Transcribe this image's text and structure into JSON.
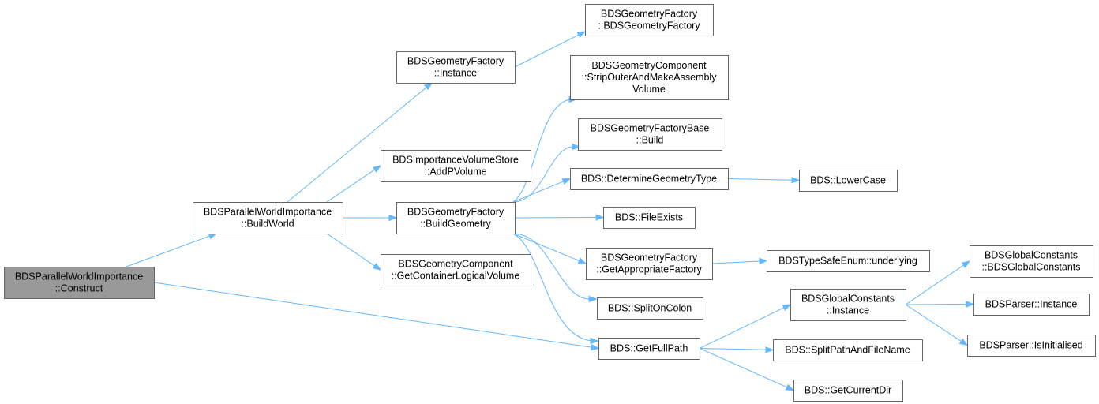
{
  "colors": {
    "edge": "#63b8ff",
    "node_border": "#666666",
    "root_fill": "#999999",
    "node_fill": "#ffffff"
  },
  "nodes": [
    {
      "id": "construct",
      "lines": [
        "BDSParallelWorldImportance",
        "::Construct"
      ],
      "root": true
    },
    {
      "id": "buildworld",
      "lines": [
        "BDSParallelWorldImportance",
        "::BuildWorld"
      ]
    },
    {
      "id": "gf_instance",
      "lines": [
        "BDSGeometryFactory",
        "::Instance"
      ]
    },
    {
      "id": "addpvolume",
      "lines": [
        "BDSImportanceVolumeStore",
        "::AddPVolume"
      ]
    },
    {
      "id": "buildgeometry",
      "lines": [
        "BDSGeometryFactory",
        "::BuildGeometry"
      ]
    },
    {
      "id": "getcontainer",
      "lines": [
        "BDSGeometryComponent",
        "::GetContainerLogicalVolume"
      ]
    },
    {
      "id": "gf_ctor",
      "lines": [
        "BDSGeometryFactory",
        "::BDSGeometryFactory"
      ]
    },
    {
      "id": "stripouter",
      "lines": [
        "BDSGeometryComponent",
        "::StripOuterAndMakeAssembly",
        "Volume"
      ]
    },
    {
      "id": "gfb_build",
      "lines": [
        "BDSGeometryFactoryBase",
        "::Build"
      ]
    },
    {
      "id": "determine",
      "lines": [
        "BDS::DetermineGeometryType"
      ]
    },
    {
      "id": "fileexists",
      "lines": [
        "BDS::FileExists"
      ]
    },
    {
      "id": "getappropriate",
      "lines": [
        "BDSGeometryFactory",
        "::GetAppropriateFactory"
      ]
    },
    {
      "id": "splitcolon",
      "lines": [
        "BDS::SplitOnColon"
      ]
    },
    {
      "id": "getfullpath",
      "lines": [
        "BDS::GetFullPath"
      ]
    },
    {
      "id": "lowercase",
      "lines": [
        "BDS::LowerCase"
      ]
    },
    {
      "id": "underlying",
      "lines": [
        "BDSTypeSafeEnum::underlying"
      ]
    },
    {
      "id": "gc_instance",
      "lines": [
        "BDSGlobalConstants",
        "::Instance"
      ]
    },
    {
      "id": "splitpath",
      "lines": [
        "BDS::SplitPathAndFileName"
      ]
    },
    {
      "id": "currentdir",
      "lines": [
        "BDS::GetCurrentDir"
      ]
    },
    {
      "id": "gc_ctor",
      "lines": [
        "BDSGlobalConstants",
        "::BDSGlobalConstants"
      ]
    },
    {
      "id": "parser_instance",
      "lines": [
        "BDSParser::Instance"
      ]
    },
    {
      "id": "parser_init",
      "lines": [
        "BDSParser::IsInitialised"
      ]
    }
  ],
  "edges": [
    {
      "from": "construct",
      "to": "buildworld"
    },
    {
      "from": "construct",
      "to": "getfullpath"
    },
    {
      "from": "buildworld",
      "to": "gf_instance"
    },
    {
      "from": "buildworld",
      "to": "addpvolume"
    },
    {
      "from": "buildworld",
      "to": "buildgeometry"
    },
    {
      "from": "buildworld",
      "to": "getcontainer"
    },
    {
      "from": "gf_instance",
      "to": "gf_ctor"
    },
    {
      "from": "buildgeometry",
      "to": "stripouter"
    },
    {
      "from": "buildgeometry",
      "to": "gfb_build"
    },
    {
      "from": "buildgeometry",
      "to": "determine"
    },
    {
      "from": "buildgeometry",
      "to": "fileexists"
    },
    {
      "from": "buildgeometry",
      "to": "getappropriate"
    },
    {
      "from": "buildgeometry",
      "to": "splitcolon"
    },
    {
      "from": "buildgeometry",
      "to": "getfullpath"
    },
    {
      "from": "determine",
      "to": "lowercase"
    },
    {
      "from": "getappropriate",
      "to": "underlying"
    },
    {
      "from": "getfullpath",
      "to": "gc_instance"
    },
    {
      "from": "getfullpath",
      "to": "splitpath"
    },
    {
      "from": "getfullpath",
      "to": "currentdir"
    },
    {
      "from": "gc_instance",
      "to": "gc_ctor"
    },
    {
      "from": "gc_instance",
      "to": "parser_instance"
    },
    {
      "from": "gc_instance",
      "to": "parser_init"
    }
  ]
}
